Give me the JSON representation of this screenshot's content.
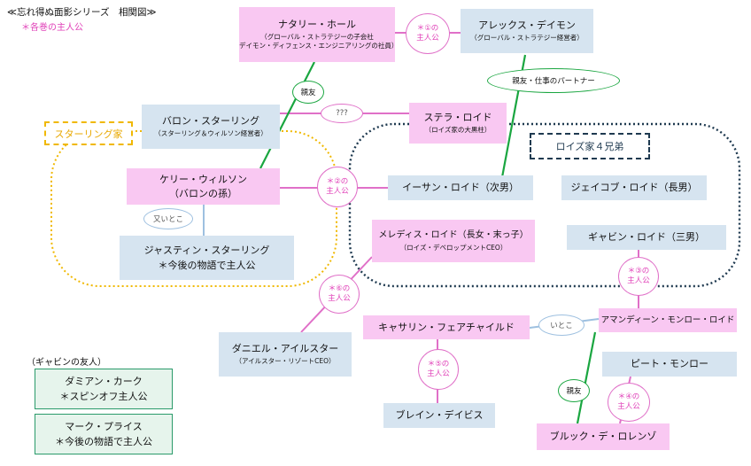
{
  "header": {
    "title": "≪忘れ得ぬ面影シリーズ　相関図≫",
    "note": "＊各巻の主人公"
  },
  "groups": {
    "starling": "スターリング家",
    "lloyd": "ロイズ家４兄弟"
  },
  "people": {
    "natalie": {
      "name": "ナタリー・ホール",
      "sub1": "（グローバル・ストラテジーの子会社",
      "sub2": "デイモン・ディフェンス・エンジニアリングの社員）"
    },
    "alex": {
      "name": "アレックス・デイモン",
      "sub1": "（グローバル・ストラテジー経営者）"
    },
    "baron": {
      "name": "バロン・スターリング",
      "sub1": "（スターリング＆ウィルソン経営者）"
    },
    "stella": {
      "name": "ステラ・ロイド",
      "sub1": "（ロイズ家の大黒柱）"
    },
    "kerry": {
      "name": "ケリー・ウィルソン",
      "sub1": "（バロンの孫）"
    },
    "ethan": {
      "name": "イーサン・ロイド（次男）"
    },
    "jacob": {
      "name": "ジェイコブ・ロイド（長男）"
    },
    "justin": {
      "name": "ジャスティン・スターリング",
      "sub1": "＊今後の物語で主人公"
    },
    "meredith": {
      "name": "メレディス・ロイド（長女・末っ子）",
      "sub1": "（ロイズ・デベロップメントCEO）"
    },
    "gavin": {
      "name": "ギャビン・ロイド（三男）"
    },
    "daniel": {
      "name": "ダニエル・アイルスター",
      "sub1": "（アイルスター・リゾートCEO）"
    },
    "catherine": {
      "name": "キャサリン・フェアチャイルド"
    },
    "amandine": {
      "name": "アマンディーン・モンロー・ロイド"
    },
    "pete": {
      "name": "ピート・モンロー"
    },
    "blaine": {
      "name": "ブレイン・デイビス"
    },
    "brook": {
      "name": "ブルック・デ・ロレンゾ"
    }
  },
  "relations": {
    "shinyu1": "親友",
    "shinyu_partner": "親友・仕事のパートナー",
    "unknown": "???",
    "matoko": "又いとこ",
    "itoko": "いとこ",
    "shinyu2": "親友"
  },
  "protagonists": {
    "p1": {
      "num": "＊①の",
      "label": "主人公"
    },
    "p2": {
      "num": "＊②の",
      "label": "主人公"
    },
    "p3": {
      "num": "＊③の",
      "label": "主人公"
    },
    "p4": {
      "num": "＊④の",
      "label": "主人公"
    },
    "p5": {
      "num": "＊⑤の",
      "label": "主人公"
    },
    "p6": {
      "num": "＊⑥の",
      "label": "主人公"
    }
  },
  "friends": {
    "title": "（ギャビンの友人）",
    "items": [
      {
        "name": "ダミアン・カーク",
        "sub": "＊スピンオフ主人公"
      },
      {
        "name": "マーク・プライス",
        "sub": "＊今後の物語で主人公"
      }
    ]
  },
  "colors": {
    "pink_box": "#f9c8f2",
    "blue_box": "#d6e4f0",
    "green": "#1aa640",
    "pink_line": "#e070c8",
    "light_blue_line": "#9ec0e0",
    "starling_border": "#f0b800",
    "lloyd_border": "#1f3a50",
    "teal_border": "#2a9a6a",
    "pink_text": "#e040b8"
  }
}
